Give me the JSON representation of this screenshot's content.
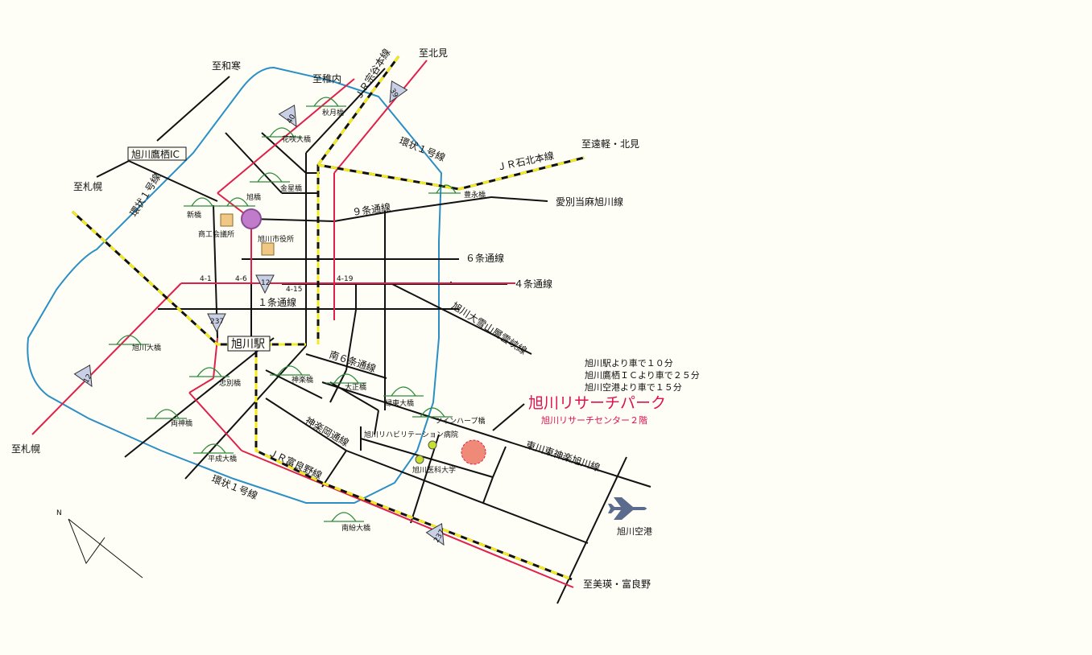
{
  "colors": {
    "background": "#fefef6",
    "road": "#111111",
    "ring": "#2b8fc6",
    "national_route": "#e0204a",
    "rail_dash": "#f4ea1c",
    "park_title": "#e0104a",
    "station": "#c07ccb",
    "facility": "#f0c884",
    "bridge": "#2e8a3a",
    "university": "#c8e02a"
  },
  "directions": {
    "wakkanai": "至和寒",
    "sapporo_nw": "至札幌",
    "sapporo_sw": "至札幌",
    "wakkanai2": "至稚内",
    "kitami": "至北見",
    "engaru": "至遠軽・北見",
    "biei": "至美瑛・富良野"
  },
  "interchange": "旭川鷹栖IC",
  "station": "旭川駅",
  "facilities": {
    "chamber": "商工会議所",
    "city_hall": "旭川市役所",
    "medical_univ": "旭川医科大学",
    "rehab": "旭川リハビリテーション病院",
    "airport": "旭川空港"
  },
  "roads": {
    "ring_nw": "環状１号線",
    "ring_ne": "環状１号線",
    "ring_s": "環状１号線",
    "jr_soya": "ＪＲ宗谷本線",
    "jr_sekihoku": "ＪＲ石北本線",
    "jr_furano": "ＪＲ富良野線",
    "jo9": "９条通線",
    "jo6": "６条通線",
    "jo4": "４条通線",
    "jo1": "１条通線",
    "minami6": "南６条通線",
    "kagura": "神楽岡通線",
    "higashikawa": "東川東神楽旭川線",
    "aibetsu": "愛別当麻旭川線",
    "daisetsu": "旭川大雪山層雲峡線"
  },
  "bridges": {
    "akizuki": "秋月橋",
    "hanasaki": "花咲大橋",
    "kinsei": "金星橋",
    "asahi": "旭橋",
    "shin": "新橋",
    "toyonaga": "豊永橋",
    "asahikawa_o": "旭川大橋",
    "chubetsu": "忠別橋",
    "kagura": "神楽橋",
    "taisho": "大正橋",
    "ryokuto": "緑東大橋",
    "twinharp": "ツインハープ橋",
    "ryojin": "両神橋",
    "heisei": "平成大橋",
    "nanpun": "南紛大橋"
  },
  "intersections": {
    "i41": "4-1",
    "i46": "4-6",
    "i415": "4-15",
    "i419": "4-19"
  },
  "routes": {
    "r40": "40",
    "r39": "39",
    "r12a": "12",
    "r12b": "12",
    "r237a": "237",
    "r237b": "237"
  },
  "access": [
    "旭川駅より車で１０分",
    "旭川鷹栖ＩＣより車で２５分",
    "旭川空港より車で１５分"
  ],
  "park": {
    "title": "旭川リサーチパーク",
    "subtitle": "旭川リサーチセンター２階"
  },
  "compass": "N"
}
